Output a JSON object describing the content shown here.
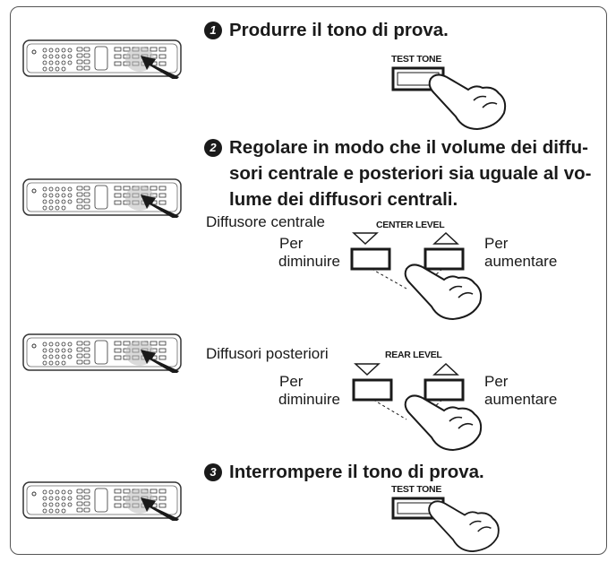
{
  "steps": [
    {
      "number": "1",
      "text": "Produrre il tono di prova."
    },
    {
      "number": "2",
      "text_lines": [
        "Regolare in modo che il volume dei diffu-",
        "sori centrale e posteriori sia uguale al vo-",
        "lume dei diffusori centrali."
      ]
    },
    {
      "number": "3",
      "text": "Interrompere il tono di prova."
    }
  ],
  "test_tone_label": "TEST TONE",
  "center": {
    "title": "Diffusore centrale",
    "button_label": "CENTER LEVEL",
    "decrease": [
      "Per",
      "diminuire"
    ],
    "increase": [
      "Per",
      "aumentare"
    ]
  },
  "rear": {
    "title": "Diffusori posteriori",
    "button_label": "REAR LEVEL",
    "decrease": [
      "Per",
      "diminuire"
    ],
    "increase": [
      "Per",
      "aumentare"
    ]
  },
  "icons": {
    "remote": "remote-control-icon",
    "press": "pressing-hand-icon",
    "arrow": "pointer-arrow-icon"
  }
}
